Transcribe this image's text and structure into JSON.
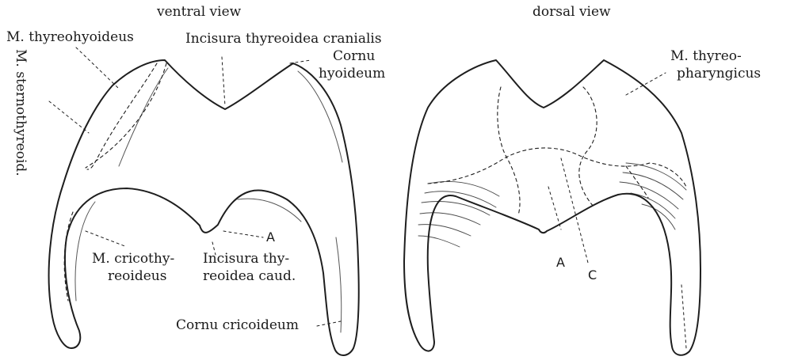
{
  "views": {
    "ventral": "ventral view",
    "dorsal": "dorsal view"
  },
  "labels": {
    "thyreohyoideus": "M. thyreohyoideus",
    "sternothyreoid": "M. sternothyreoid.",
    "incisura_cranialis": "Incisura thyreoidea cranialis",
    "cornu_hyoideum_1": "Cornu",
    "cornu_hyoideum_2": "hyoideum",
    "thyreopharyngicus_1": "M. thyreo-",
    "thyreopharyngicus_2": "pharyngicus",
    "cricothyreoideus_1": "M. cricothy-",
    "cricothyreoideus_2": "reoideus",
    "incisura_caudalis_1": "Incisura thy-",
    "incisura_caudalis_2": "reoidea caud.",
    "cornu_cricoideum": "Cornu cricoideum",
    "letter_a_ventral": "A",
    "letter_a_dorsal": "A",
    "letter_c_dorsal": "C"
  }
}
